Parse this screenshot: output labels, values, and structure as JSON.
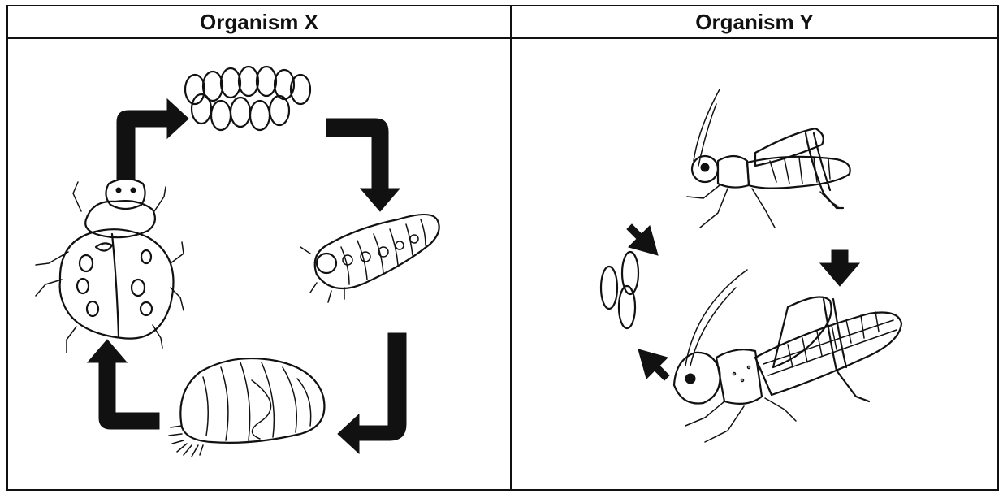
{
  "table": {
    "columns": [
      {
        "title": "Organism X"
      },
      {
        "title": "Organism Y"
      }
    ]
  },
  "organism_x": {
    "stages": [
      "egg-cluster",
      "larva",
      "pupa",
      "adult-ladybug"
    ],
    "icons": [
      "arrow-icon"
    ]
  },
  "organism_y": {
    "stages": [
      "eggs",
      "nymph",
      "adult-grasshopper"
    ],
    "icons": [
      "arrow-icon"
    ]
  },
  "colors": {
    "ink": "#111111",
    "background": "#ffffff"
  }
}
